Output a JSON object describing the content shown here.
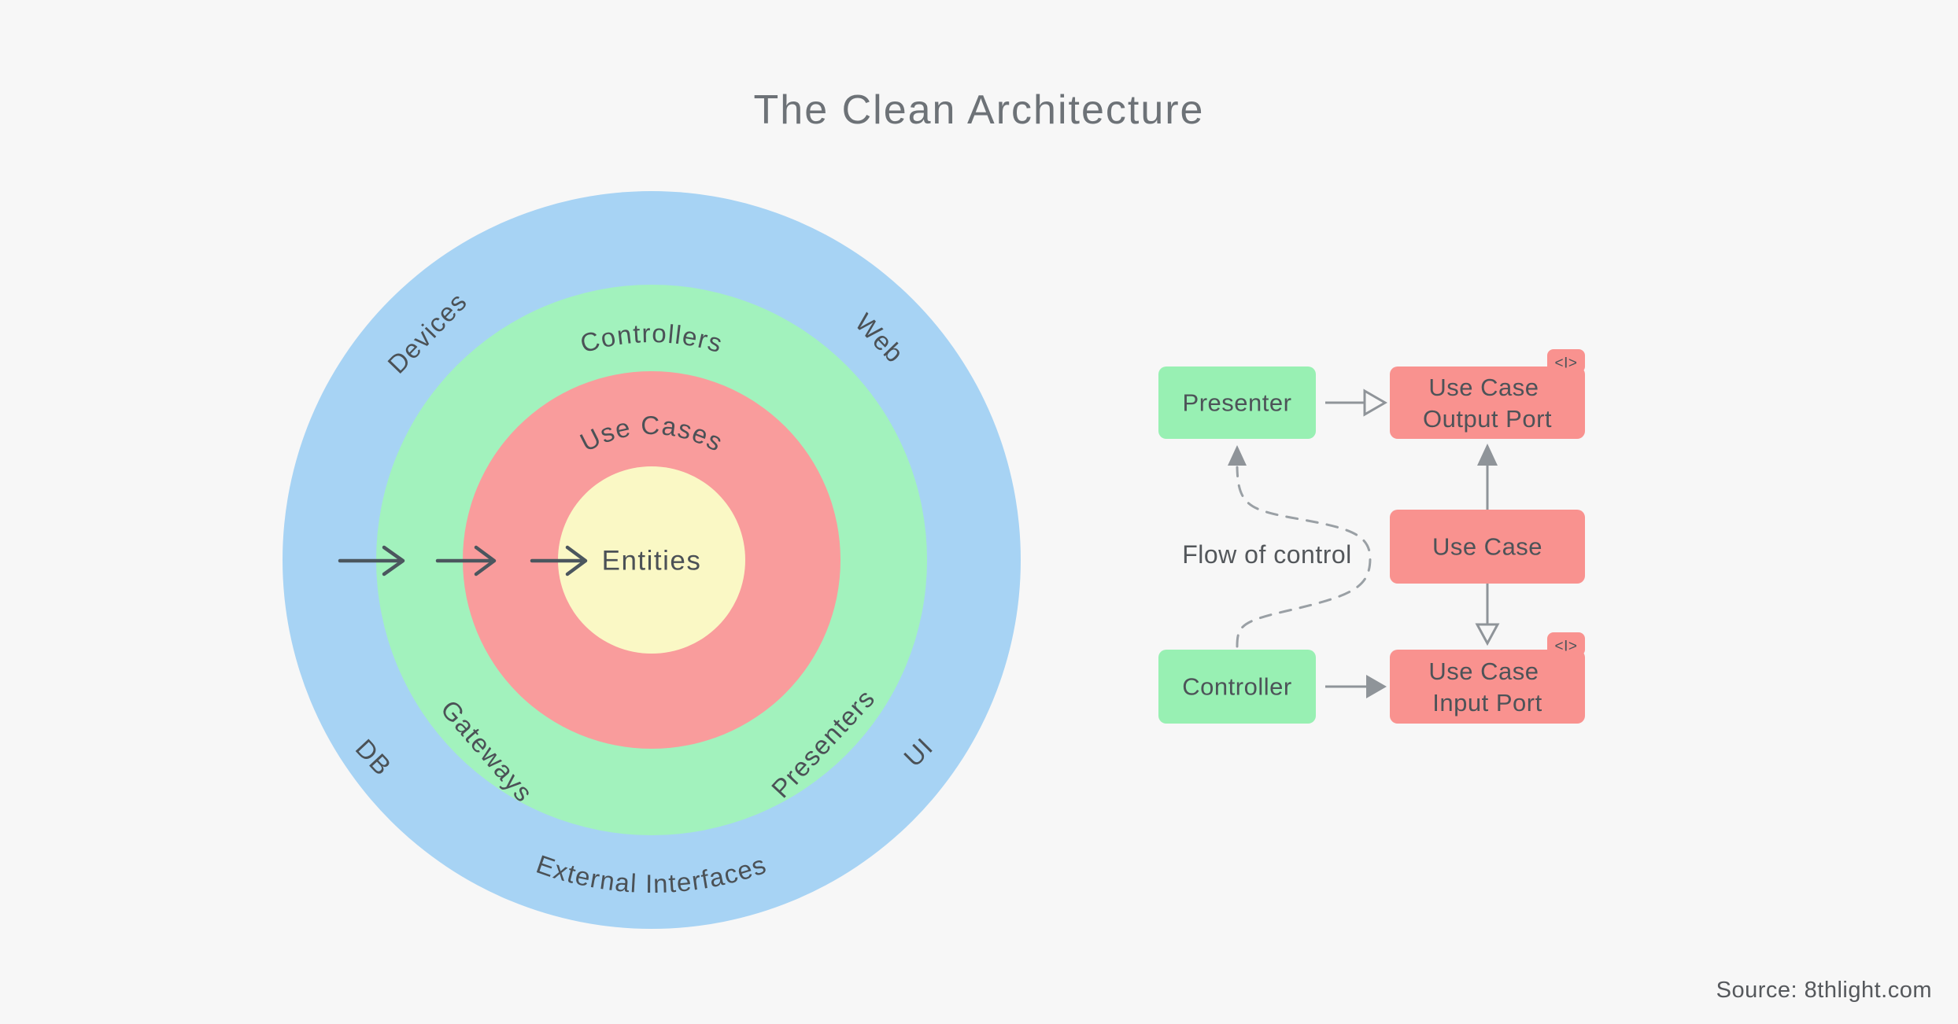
{
  "title": "The Clean Architecture",
  "source_note": "Source: 8thlight.com",
  "architecture_circle": {
    "center_label": "Entities",
    "ring_labels": {
      "controllers_arc": "Controllers",
      "use_cases_arc": "Use Cases",
      "external_interfaces_arc": "External Interfaces"
    },
    "outer_ring_labels": {
      "devices": "Devices",
      "web": "Web",
      "db": "DB",
      "ui": "UI"
    },
    "middle_ring_labels": {
      "gateways": "Gateways",
      "presenters": "Presenters"
    },
    "colors": {
      "outer_blue": "#A7D3F4",
      "adapters_green": "#A2F2BD",
      "use_cases_red": "#F99C9C",
      "entities_yellow": "#FAF8C5"
    }
  },
  "flow_diagram": {
    "flow_label": "Flow of control",
    "interface_tag": "<I>",
    "boxes": {
      "presenter": "Presenter",
      "controller": "Controller",
      "use_case": "Use Case",
      "use_case_output_port_line1": "Use Case",
      "use_case_output_port_line2": "Output Port",
      "use_case_input_port_line1": "Use Case",
      "use_case_input_port_line2": "Input Port"
    },
    "colors": {
      "green_box": "#98F0B3",
      "red_box": "#F9928F",
      "arrow_gray": "#8F9499",
      "inward_arrow_dark": "#4B565E"
    }
  }
}
